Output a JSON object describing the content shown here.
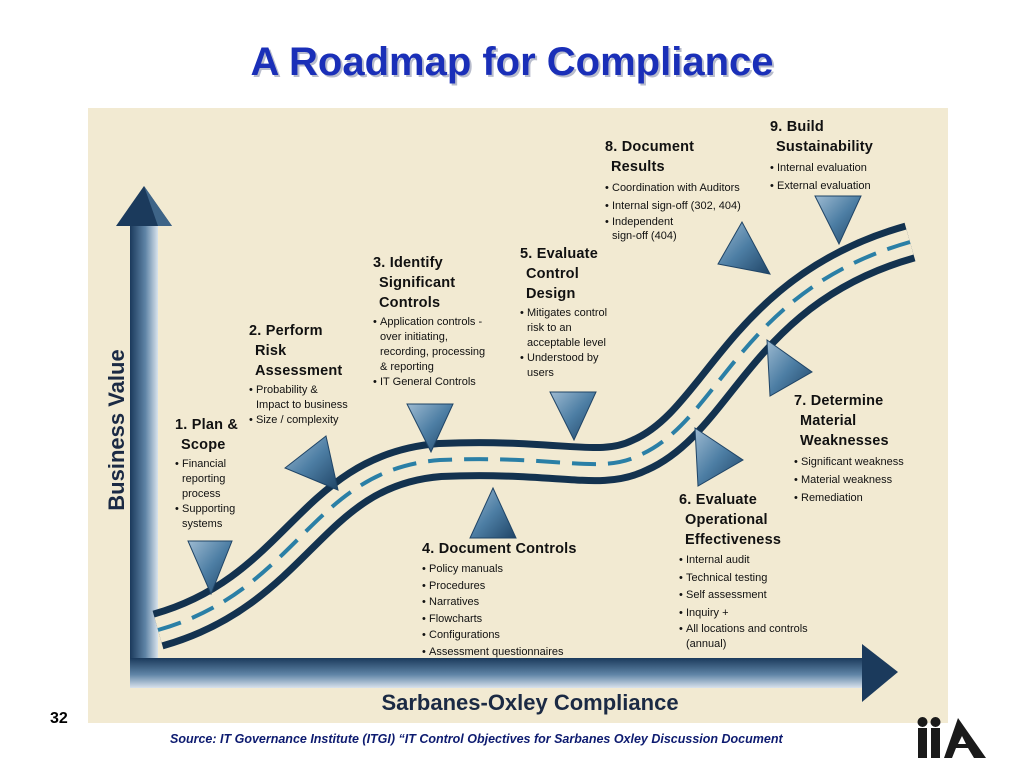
{
  "title": "A Roadmap for Compliance",
  "axes": {
    "y_label": "Business Value",
    "x_label": "Sarbanes-Oxley Compliance"
  },
  "steps": [
    {
      "title_lines": [
        "1. Plan &",
        "Scope"
      ],
      "bullets": [
        "Financial\nreporting\nprocess",
        "Supporting\nsystems"
      ]
    },
    {
      "title_lines": [
        "2. Perform",
        "Risk",
        "Assessment"
      ],
      "bullets": [
        "Probability &\nImpact to business",
        "Size / complexity"
      ]
    },
    {
      "title_lines": [
        "3. Identify",
        "Significant",
        "Controls"
      ],
      "bullets": [
        "Application controls -\nover initiating,\nrecording, processing\n& reporting",
        "IT General Controls"
      ]
    },
    {
      "title_lines": [
        "4. Document Controls"
      ],
      "bullets": [
        "Policy manuals",
        "Procedures",
        "Narratives",
        "Flowcharts",
        "Configurations",
        "Assessment questionnaires"
      ]
    },
    {
      "title_lines": [
        "5. Evaluate",
        "Control",
        "Design"
      ],
      "bullets": [
        "Mitigates control\nrisk to an\nacceptable level",
        "Understood by\nusers"
      ]
    },
    {
      "title_lines": [
        "6. Evaluate",
        "Operational",
        "Effectiveness"
      ],
      "bullets": [
        "Internal audit",
        "Technical testing",
        "Self assessment",
        "Inquiry +",
        "All locations and controls\n(annual)"
      ]
    },
    {
      "title_lines": [
        "7. Determine",
        "Material",
        "Weaknesses"
      ],
      "bullets": [
        "Significant weakness",
        "Material weakness",
        "Remediation"
      ]
    },
    {
      "title_lines": [
        "8. Document",
        "Results"
      ],
      "bullets": [
        "Coordination with Auditors",
        "Internal sign-off (302, 404)",
        "Independent\nsign-off (404)"
      ]
    },
    {
      "title_lines": [
        "9. Build",
        "Sustainability"
      ],
      "bullets": [
        "Internal evaluation",
        "External evaluation"
      ]
    }
  ],
  "page_number": "32",
  "source": "Source: IT Governance Institute (ITGI) “IT Control Objectives for Sarbanes Oxley Discussion Document",
  "logo_text": "IIA",
  "colors": {
    "title": "#1a2fb8",
    "road": "#13324f",
    "road_dash": "#2a7fa6",
    "panel": "#f2ead2",
    "marker": "#3d6f93"
  }
}
